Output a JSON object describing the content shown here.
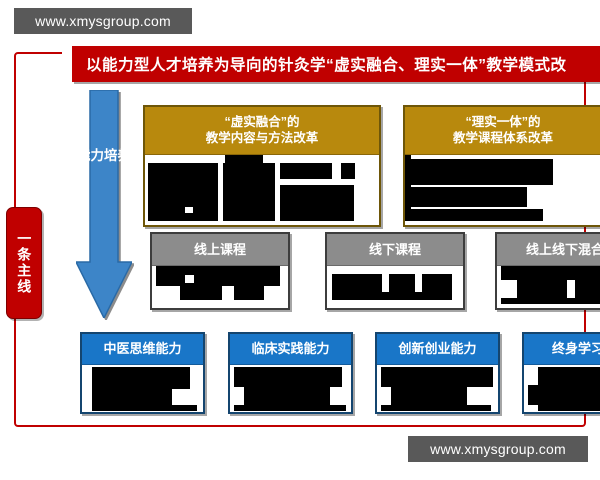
{
  "watermarks": {
    "top": "www.xmysgroup.com",
    "bottom": "www.xmysgroup.com"
  },
  "diagram": {
    "title": "以能力型人才培养为导向的针灸学“虚实融合、理实一体”教学模式改",
    "main_line_label": "一条主线",
    "arrow_label": "能力培养",
    "colors": {
      "title_red": "#c00000",
      "arrow_blue": "#3d85c8",
      "gold": "#b8890d",
      "gray": "#8c8c8c",
      "blue": "#1976c8",
      "frame_red": "#c00000",
      "watermark_gray": "#595959"
    },
    "reform_panels": [
      {
        "title": "“虚实融合”的\n教学内容与方法改革",
        "body": "[redacted]"
      },
      {
        "title": "“理实一体”的\n教学课程体系改革",
        "body": "[redacted]"
      }
    ],
    "course_panels": [
      {
        "title": "线上课程",
        "body": "[redacted]"
      },
      {
        "title": "线下课程",
        "body": "[redacted]"
      },
      {
        "title": "线上线下混合",
        "body": "[redacted]"
      }
    ],
    "ability_panels": [
      {
        "title": "中医思维能力",
        "body": "[redacted]"
      },
      {
        "title": "临床实践能力",
        "body": "[redacted]"
      },
      {
        "title": "创新创业能力",
        "body": "[redacted]"
      },
      {
        "title": "终身学习能",
        "body": "[redacted]"
      }
    ]
  }
}
